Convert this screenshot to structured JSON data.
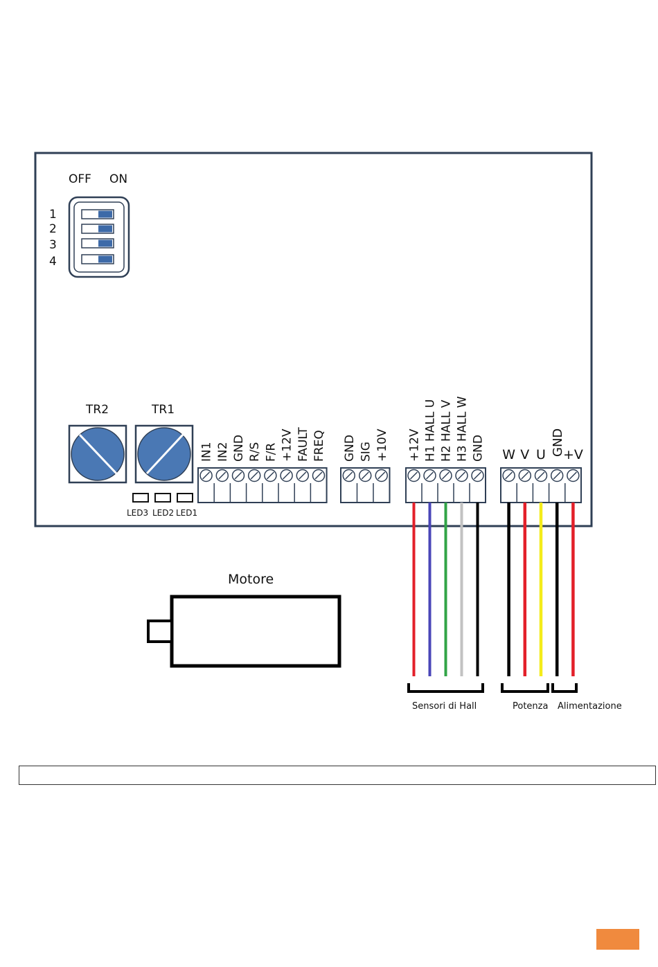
{
  "dip_switch": {
    "off_label": "OFF",
    "on_label": "ON",
    "switches": [
      "1",
      "2",
      "3",
      "4"
    ]
  },
  "trimmers": [
    {
      "label": "TR2"
    },
    {
      "label": "TR1"
    }
  ],
  "leds": [
    "LED3",
    "LED2",
    "LED1"
  ],
  "terminal_block_control": [
    "IN1",
    "IN2",
    "GND",
    "R/S",
    "F/R",
    "+12V",
    "FAULT",
    "FREQ"
  ],
  "terminal_block_signal": [
    "GND",
    "SIG",
    "+10V"
  ],
  "terminal_block_hall": [
    "+12V",
    "H1 HALL U",
    "H2 HALL V",
    "H3 HALL W",
    "GND"
  ],
  "terminal_block_power": [
    "W",
    "V",
    "U",
    "GND",
    "+V"
  ],
  "motor_label": "Motore",
  "groups": {
    "hall": "Sensori di Hall",
    "power": "Potenza",
    "supply": "Alimentazione"
  },
  "colors": {
    "board_border": "#2f3f55",
    "knob": "#4a78b4",
    "switch": "#3d6aa8",
    "wire_red": "#e3202a",
    "wire_blue": "#4a46b8",
    "wire_green": "#32a447",
    "wire_gray": "#c2c2c2",
    "wire_black": "#000000",
    "wire_yellow": "#f4ec1a",
    "accent_orange": "#f08a3e"
  },
  "hall_wire_colors": [
    "wire_red",
    "wire_blue",
    "wire_green",
    "wire_gray",
    "wire_black"
  ],
  "power_wire_colors": [
    "wire_black",
    "wire_red",
    "wire_yellow",
    "wire_black",
    "wire_red"
  ]
}
